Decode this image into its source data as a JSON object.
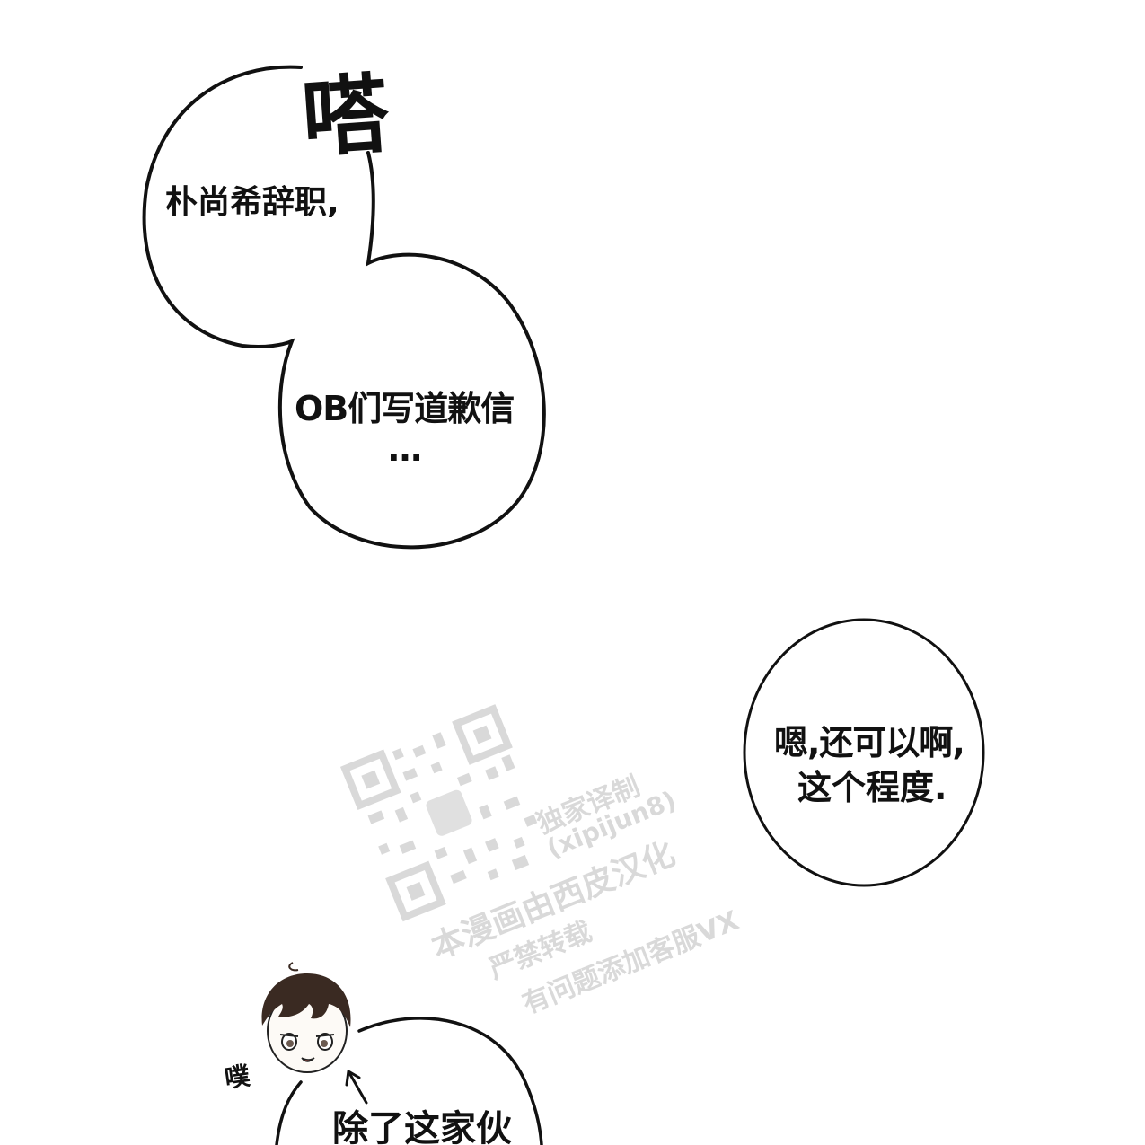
{
  "sfx": {
    "large": "嗒",
    "small": "噗"
  },
  "bubbles": {
    "b1": {
      "text": "朴尚希辞职,"
    },
    "b2": {
      "line1": "OB们写道歉信",
      "line2": "…"
    },
    "b3": {
      "line1": "嗯,还可以啊,",
      "line2": "这个程度."
    },
    "b4": {
      "text": "除了这家伙"
    }
  },
  "watermark": {
    "line1": "独家译制",
    "line2": "(xipijun8)",
    "line3": "本漫画由西皮汉化",
    "line4": "严禁转载",
    "line5": "有问题添加客服VX"
  },
  "colors": {
    "ink": "#111111",
    "background": "#ffffff",
    "hair": "#3a2a22"
  }
}
